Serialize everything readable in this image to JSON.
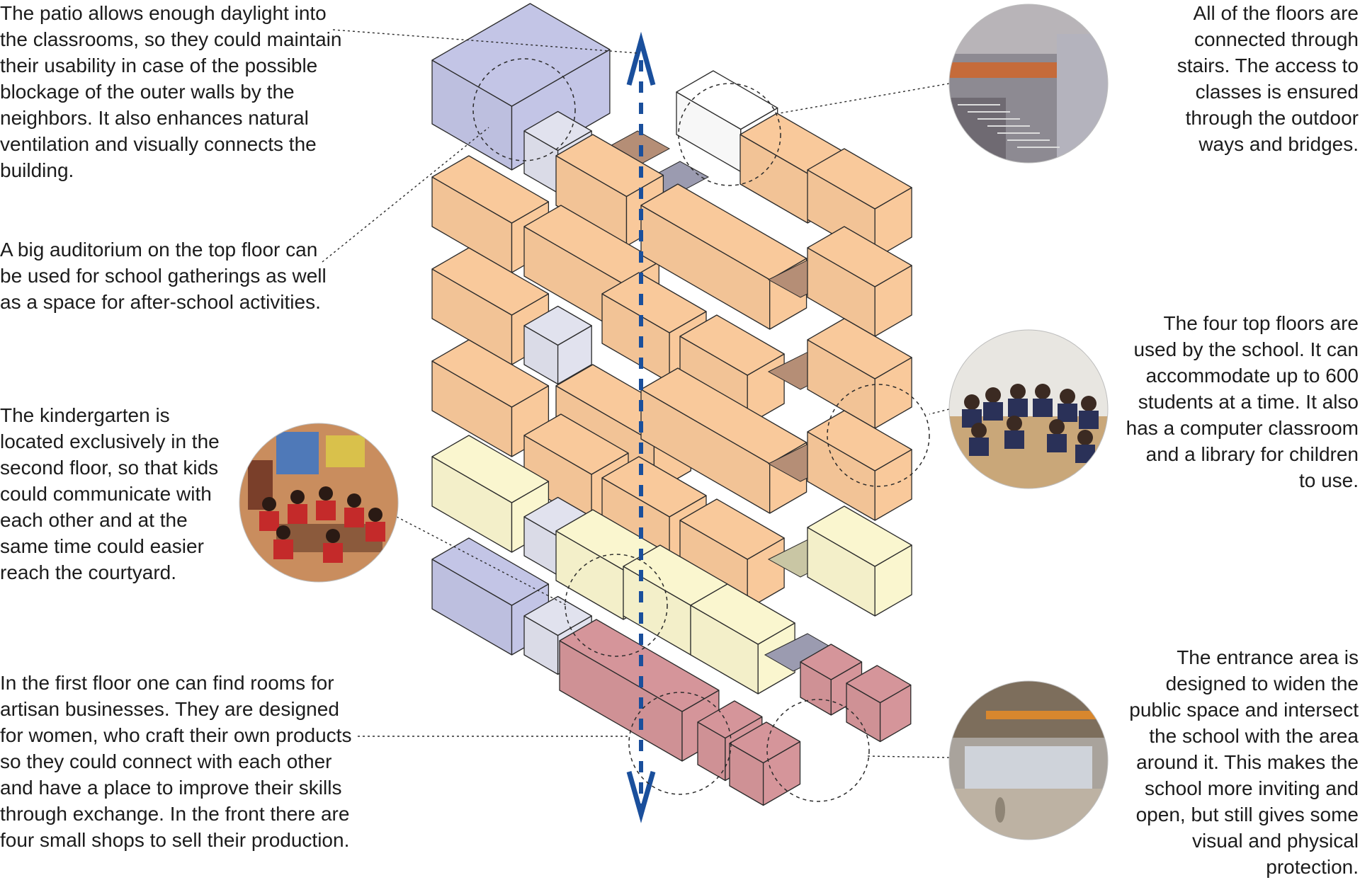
{
  "notes": {
    "patio": "The patio allows enough daylight into the classrooms, so they could maintain their usability in case of the possible blockage of the outer walls by the neighbors. It also enhances natural ventilation and visually connects the building.",
    "auditorium": "A big auditorium on the top floor can be used for school gatherings as well as a space for after-school activities.",
    "kindergarten": "The kindergarten is located exclusively in the second floor, so that kids could communicate with each other and at the same time could easier reach the courtyard.",
    "first_floor": "In the first floor one can find rooms for artisan businesses. They are designed for women, who craft their own products so they could connect with each other and have a place to improve their skills through exchange. In the front there are four small shops to sell their production.",
    "floors_connected": "All of the floors are connected through stairs. The access to classes is ensured through the outdoor ways and bridges.",
    "school_floors": "The four top floors are used by the school. It can accommodate up to 600 students at a time. It also has a computer classroom and a library for children to use.",
    "entrance": "The entrance area is designed to widen the public space and intersect the school with the area around it. This makes the school more inviting and open, but still gives some visual and physical protection."
  },
  "photos": [
    {
      "name": "stairs-photo",
      "subject": "stairs and bridges"
    },
    {
      "name": "classroom-photo",
      "subject": "students in classroom"
    },
    {
      "name": "kindergarten-photo",
      "subject": "children in kindergarten"
    },
    {
      "name": "entrance-photo",
      "subject": "entrance area"
    }
  ],
  "colors": {
    "auditorium": "#c3c5e6",
    "classroom": "#f9c99b",
    "kindergarten": "#faf6cf",
    "artisan": "#d5959a",
    "stair": "#e1e2ee",
    "shade_brown": "#b58e76",
    "shade_grey": "#9b9bb0",
    "arrow": "#1a4f9c"
  }
}
